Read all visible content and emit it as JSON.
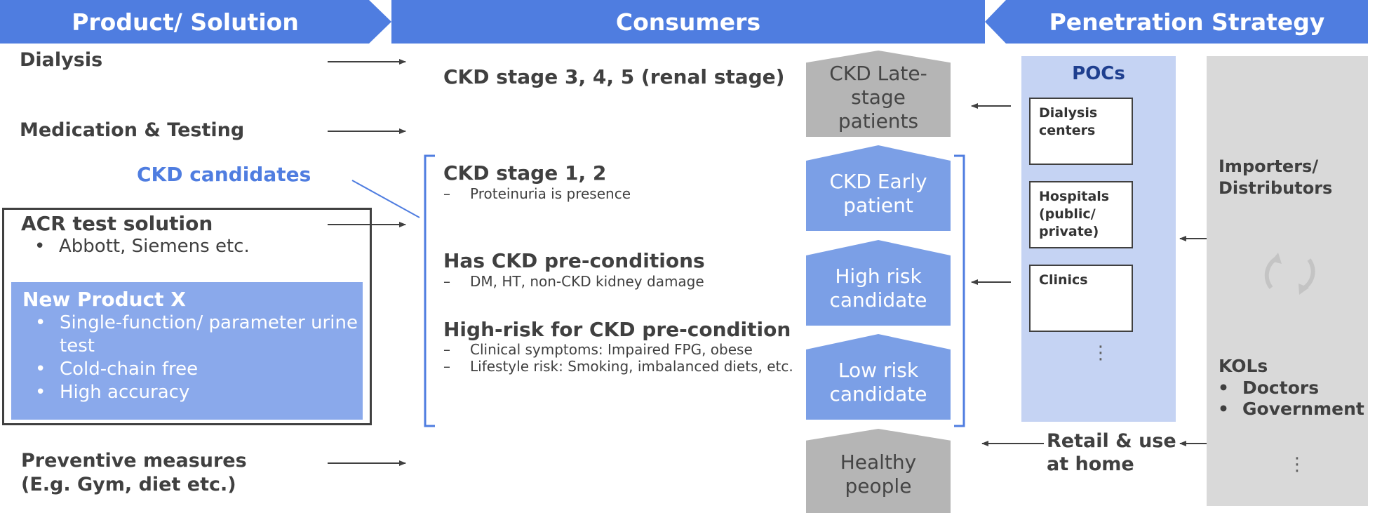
{
  "headers": {
    "product": "Product/ Solution",
    "consumers": "Consumers",
    "strategy": "Penetration Strategy"
  },
  "product": {
    "dialysis": "Dialysis",
    "medication": "Medication & Testing",
    "ckd_candidates": "CKD candidates",
    "acr_title": "ACR test solution",
    "acr_items": [
      "Abbott, Siemens etc."
    ],
    "new_title": "New Product X",
    "new_items": [
      "Single-function/ parameter urine test",
      "Cold-chain free",
      "High accuracy"
    ],
    "preventive_1": "Preventive measures",
    "preventive_2": "(E.g. Gym, diet etc.)"
  },
  "consumers": {
    "stage345": "CKD stage 3, 4, 5 (renal stage)",
    "stage12": "CKD stage 1, 2",
    "stage12_sub": [
      "Proteinuria is presence"
    ],
    "precond": "Has CKD pre-conditions",
    "precond_sub": [
      "DM, HT, non-CKD kidney damage"
    ],
    "highrisk": "High-risk for CKD pre-condition",
    "highrisk_sub": [
      "Clinical symptoms: Impaired FPG, obese",
      "Lifestyle risk: Smoking, imbalanced diets, etc."
    ]
  },
  "pyramid": {
    "late": "CKD Late-stage patients",
    "early": "CKD Early patient",
    "high": "High risk candidate",
    "low": "Low risk candidate",
    "healthy": "Healthy people"
  },
  "strategy": {
    "pocs_title": "POCs",
    "dialysis_centers": "Dialysis centers",
    "hospitals": "Hospitals (public/ private)",
    "clinics": "Clinics",
    "more": "⋮",
    "importers": "Importers/ Distributors",
    "kols_title": "KOLs",
    "kols_items": [
      "Doctors",
      "Government"
    ],
    "retail": "Retail & use at home"
  },
  "colors": {
    "header": "#4f7de0",
    "accent_text": "#4f7de0",
    "product_box": "#8aa9eb",
    "pocs_panel": "#c5d3f3",
    "side_panel": "#d9d9d9",
    "pyramid_blue": "#7b9fe6",
    "pyramid_gray": "#b5b5b5"
  }
}
